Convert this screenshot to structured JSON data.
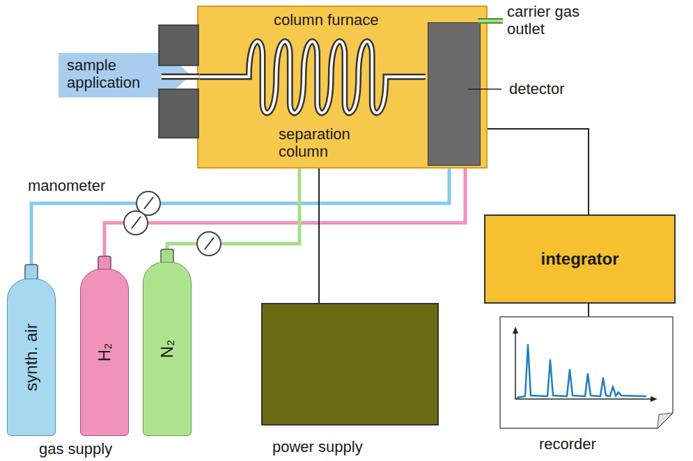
{
  "diagram": {
    "nodes": [
      {
        "text": [
          "column furnace"
        ]
      },
      {
        "text": [
          "sample application"
        ]
      },
      {
        "text": [
          "detector"
        ],
        "in": 0
      },
      {
        "text": [
          "synth. air"
        ]
      },
      {
        "text": [
          "H₂"
        ]
      },
      {
        "text": [
          "N₂"
        ]
      },
      {
        "text": [
          "power supply"
        ]
      },
      {
        "text": [
          "integrator"
        ]
      },
      {
        "text": [
          "recorder"
        ]
      }
    ],
    "edges": [
      {
        "from": 3,
        "to": 2,
        "arrow": "none"
      },
      {
        "from": 4,
        "to": 2,
        "arrow": "none"
      },
      {
        "from": 5,
        "to": 0,
        "arrow": "none"
      },
      {
        "from": 6,
        "to": 0,
        "arrow": "none"
      },
      {
        "from": 2,
        "to": 7,
        "arrow": "none"
      },
      {
        "from": 7,
        "to": 8,
        "arrow": "none"
      }
    ],
    "labels": [
      "manometer",
      "separation column",
      "carrier gas outlet",
      "gas supply"
    ]
  }
}
